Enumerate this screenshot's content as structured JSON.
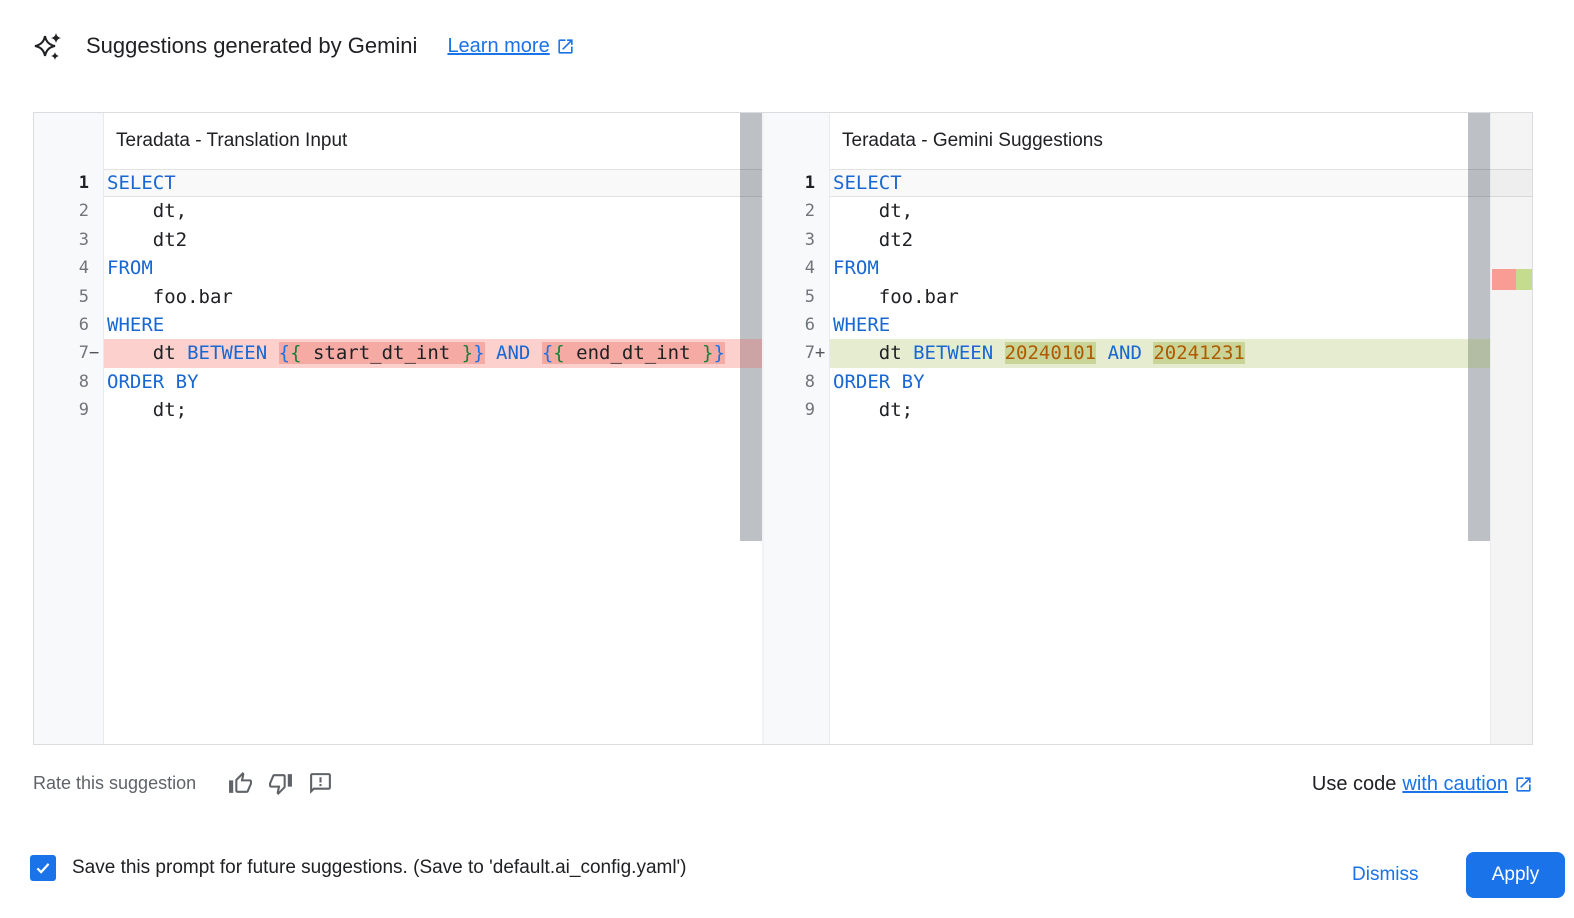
{
  "header": {
    "title": "Suggestions generated by Gemini",
    "learn_more_label": "Learn more",
    "sparkle_icon": "gemini-sparkle-icon",
    "learn_more_icon": "open-in-new-icon"
  },
  "colors": {
    "accent_blue": "#1a73e8",
    "keyword_blue": "#1967d2",
    "brace_outer_blue": "#1a73e8",
    "brace_inner_green": "#188038",
    "number_orange": "#b05a00",
    "removed_line_bg": "#fbdcd8",
    "removed_word_bg": "#f5a79f",
    "added_line_bg": "#e9efda",
    "added_word_bg": "#cedda2",
    "overview_removed": "#f99d94",
    "overview_added": "#c5dc8e",
    "gutter_bg": "#f8f9fa",
    "scrollbar_thumb": "#bdc1c6"
  },
  "panels": [
    {
      "title": "Teradata - Translation Input",
      "diff_line": 7,
      "diff_type": "removed",
      "diff_marker": "−",
      "lines": [
        {
          "num": 1,
          "active": true,
          "tokens": [
            {
              "t": "SELECT",
              "c": "kw"
            }
          ]
        },
        {
          "num": 2,
          "tokens": [
            {
              "t": "    dt,",
              "c": "pl"
            }
          ]
        },
        {
          "num": 3,
          "tokens": [
            {
              "t": "    dt2",
              "c": "pl"
            }
          ]
        },
        {
          "num": 4,
          "tokens": [
            {
              "t": "FROM",
              "c": "kw"
            }
          ]
        },
        {
          "num": 5,
          "tokens": [
            {
              "t": "    foo.bar",
              "c": "pl"
            }
          ]
        },
        {
          "num": 6,
          "tokens": [
            {
              "t": "WHERE",
              "c": "kw"
            }
          ]
        },
        {
          "num": 7,
          "tokens": [
            {
              "t": "    dt ",
              "c": "pl"
            },
            {
              "t": "BETWEEN",
              "c": "kw"
            },
            {
              "t": " ",
              "c": "pl"
            },
            {
              "t": "{",
              "c": "b1",
              "hl": true
            },
            {
              "t": "{",
              "c": "b2",
              "hl": true
            },
            {
              "t": " start_dt_int ",
              "c": "pl",
              "hl": true
            },
            {
              "t": "}",
              "c": "b2",
              "hl": true
            },
            {
              "t": "}",
              "c": "b1",
              "hl": true
            },
            {
              "t": " ",
              "c": "pl"
            },
            {
              "t": "AND",
              "c": "kw"
            },
            {
              "t": " ",
              "c": "pl"
            },
            {
              "t": "{",
              "c": "b1",
              "hl": true
            },
            {
              "t": "{",
              "c": "b2",
              "hl": true
            },
            {
              "t": " end_dt_int ",
              "c": "pl",
              "hl": true
            },
            {
              "t": "}",
              "c": "b2",
              "hl": true
            },
            {
              "t": "}",
              "c": "b1",
              "hl": true
            }
          ]
        },
        {
          "num": 8,
          "tokens": [
            {
              "t": "ORDER BY",
              "c": "kw"
            }
          ]
        },
        {
          "num": 9,
          "tokens": [
            {
              "t": "    dt;",
              "c": "pl"
            }
          ]
        }
      ]
    },
    {
      "title": "Teradata - Gemini Suggestions",
      "diff_line": 7,
      "diff_type": "added",
      "diff_marker": "+",
      "lines": [
        {
          "num": 1,
          "active": true,
          "tokens": [
            {
              "t": "SELECT",
              "c": "kw"
            }
          ]
        },
        {
          "num": 2,
          "tokens": [
            {
              "t": "    dt,",
              "c": "pl"
            }
          ]
        },
        {
          "num": 3,
          "tokens": [
            {
              "t": "    dt2",
              "c": "pl"
            }
          ]
        },
        {
          "num": 4,
          "tokens": [
            {
              "t": "FROM",
              "c": "kw"
            }
          ]
        },
        {
          "num": 5,
          "tokens": [
            {
              "t": "    foo.bar",
              "c": "pl"
            }
          ]
        },
        {
          "num": 6,
          "tokens": [
            {
              "t": "WHERE",
              "c": "kw"
            }
          ]
        },
        {
          "num": 7,
          "tokens": [
            {
              "t": "    dt ",
              "c": "pl"
            },
            {
              "t": "BETWEEN",
              "c": "kw"
            },
            {
              "t": " ",
              "c": "pl"
            },
            {
              "t": "20240101",
              "c": "num",
              "hl": true
            },
            {
              "t": " ",
              "c": "pl"
            },
            {
              "t": "AND",
              "c": "kw"
            },
            {
              "t": " ",
              "c": "pl"
            },
            {
              "t": "20241231",
              "c": "num",
              "hl": true
            }
          ]
        },
        {
          "num": 8,
          "tokens": [
            {
              "t": "ORDER BY",
              "c": "kw"
            }
          ]
        },
        {
          "num": 9,
          "tokens": [
            {
              "t": "    dt;",
              "c": "pl"
            }
          ]
        }
      ]
    }
  ],
  "footer": {
    "rate_label": "Rate this suggestion",
    "thumb_up_icon": "thumb-up-icon",
    "thumb_down_icon": "thumb-down-icon",
    "feedback_icon": "feedback-icon",
    "use_code_prefix": "Use code",
    "use_code_link": "with caution",
    "use_code_icon": "open-in-new-icon"
  },
  "bottom_bar": {
    "checkbox_checked": true,
    "save_label": "Save this prompt for future suggestions. (Save to 'default.ai_config.yaml')",
    "dismiss_label": "Dismiss",
    "apply_label": "Apply"
  }
}
